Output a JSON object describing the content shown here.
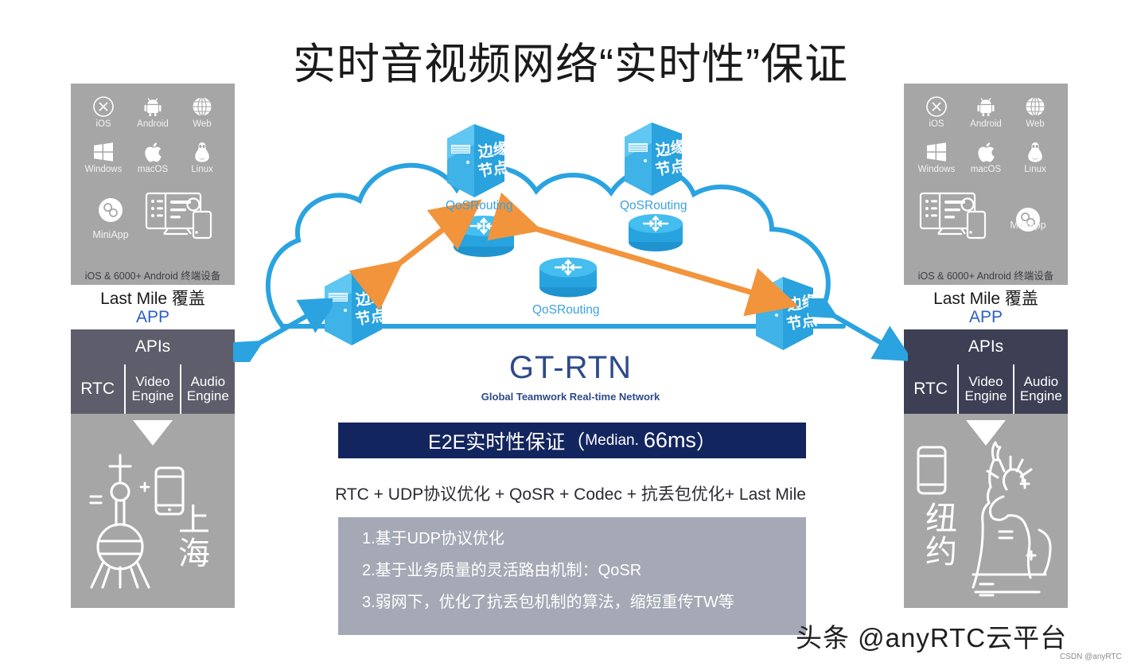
{
  "page": {
    "title": "实时音视频网络“实时性”保证",
    "background": "#ffffff"
  },
  "colors": {
    "panel_gray": "#a6a6a6",
    "apis_left": "#5d5d6b",
    "apis_right": "#3d3f55",
    "banner_navy": "#13255e",
    "cloud_blue": "#2aa3e0",
    "router_blue": "#35b4e8",
    "arrow_orange": "#f2943c",
    "brand_blue": "#2d4a8a",
    "bullets_gray": "#a5a9b5"
  },
  "left_panel": {
    "platforms": [
      {
        "label": "iOS",
        "icon": "apple-ios-icon"
      },
      {
        "label": "Android",
        "icon": "android-icon"
      },
      {
        "label": "Web",
        "icon": "globe-icon"
      },
      {
        "label": "Windows",
        "icon": "windows-icon"
      },
      {
        "label": "macOS",
        "icon": "apple-icon"
      },
      {
        "label": "Linux",
        "icon": "linux-penguin-icon"
      }
    ],
    "miniapp_label": "MiniApp",
    "miniapp_icon": "miniapp-icon",
    "devices_icon": "desktop-and-tower-icon",
    "order": "miniapp-left",
    "caption": "iOS & 6000+ Android 终端设备",
    "last_mile": "Last Mile 覆盖",
    "app_label": "APP",
    "apis_label": "APIs",
    "engines": [
      "RTC",
      "Video Engine",
      "Audio Engine"
    ],
    "city": "上海",
    "city_icon": "oriental-pearl-tower-icon",
    "phone_icon": "smartphone-icon",
    "plus_icon": "plus-icon"
  },
  "right_panel": {
    "platforms": [
      {
        "label": "iOS",
        "icon": "apple-ios-icon"
      },
      {
        "label": "Android",
        "icon": "android-icon"
      },
      {
        "label": "Web",
        "icon": "globe-icon"
      },
      {
        "label": "Windows",
        "icon": "windows-icon"
      },
      {
        "label": "macOS",
        "icon": "apple-icon"
      },
      {
        "label": "Linux",
        "icon": "linux-penguin-icon"
      }
    ],
    "miniapp_label": "MiniApp",
    "miniapp_icon": "miniapp-icon",
    "devices_icon": "desktop-and-tower-icon",
    "order": "miniapp-right",
    "caption": "iOS & 6000+ Android 终端设备",
    "last_mile": "Last Mile 覆盖",
    "app_label": "APP",
    "apis_label": "APIs",
    "engines": [
      "RTC",
      "Video Engine",
      "Audio Engine"
    ],
    "city": "纽约",
    "city_icon": "statue-of-liberty-icon",
    "phone_icon": "smartphone-icon"
  },
  "network": {
    "edge_nodes": [
      {
        "label": "边缘节点",
        "position": "top-left"
      },
      {
        "label": "边缘节点",
        "position": "top-right"
      },
      {
        "label": "边缘节点",
        "position": "bottom-left"
      },
      {
        "label": "边缘节点",
        "position": "bottom-right"
      }
    ],
    "routers": [
      {
        "label": "QoSRouting",
        "position": "left"
      },
      {
        "label": "QoSRouting",
        "position": "right"
      },
      {
        "label": "QoSRouting",
        "position": "center"
      }
    ],
    "brand": "GT-RTN",
    "brand_sub": "Global Teamwork Real-time Network"
  },
  "banner": {
    "main": "E2E实时性保证（",
    "median_label": "Median.",
    "value": "66ms",
    "close": "）"
  },
  "formula": "RTC + UDP协议优化 + QoSR + Codec + 抗丢包优化+ Last Mile",
  "bullets": [
    "1.基于UDP协议优化",
    "2.基于业务质量的灵活路由机制：QoSR",
    "3.弱网下，优化了抗丢包机制的算法，缩短重传TW等"
  ],
  "watermark": {
    "main": "头条 @anyRTC云平台",
    "sub": "CSDN @anyRTC"
  }
}
